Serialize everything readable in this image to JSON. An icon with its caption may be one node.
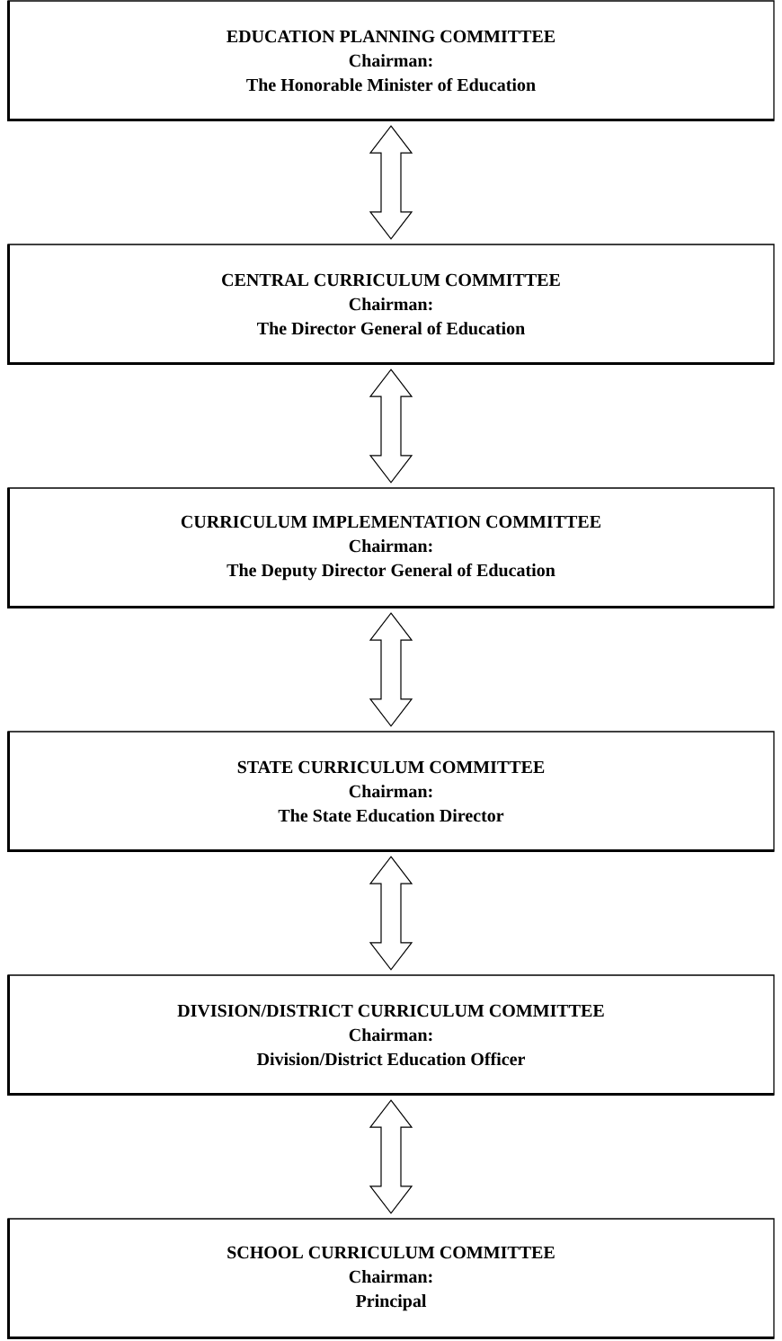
{
  "diagram": {
    "nodes": [
      {
        "text": [
          "EDUCATION PLANNING COMMITTEE",
          "Chairman:",
          "The Honorable Minister of Education"
        ]
      },
      {
        "text": [
          "CENTRAL CURRICULUM COMMITTEE",
          "Chairman:",
          "The Director General of Education"
        ]
      },
      {
        "text": [
          "CURRICULUM IMPLEMENTATION COMMITTEE",
          "Chairman:",
          "The Deputy Director General of Education"
        ]
      },
      {
        "text": [
          "STATE CURRICULUM COMMITTEE",
          "Chairman:",
          "The State Education Director"
        ]
      },
      {
        "text": [
          "DIVISION/DISTRICT CURRICULUM COMMITTEE",
          "Chairman:",
          "Division/District Education Officer"
        ]
      },
      {
        "text": [
          "SCHOOL CURRICULUM COMMITTEE",
          "Chairman:",
          "Principal"
        ]
      }
    ],
    "edges": [
      {
        "from": 0,
        "to": 1,
        "arrow": "both"
      },
      {
        "from": 1,
        "to": 2,
        "arrow": "both"
      },
      {
        "from": 2,
        "to": 3,
        "arrow": "both"
      },
      {
        "from": 3,
        "to": 4,
        "arrow": "both"
      },
      {
        "from": 4,
        "to": 5,
        "arrow": "both"
      }
    ]
  }
}
